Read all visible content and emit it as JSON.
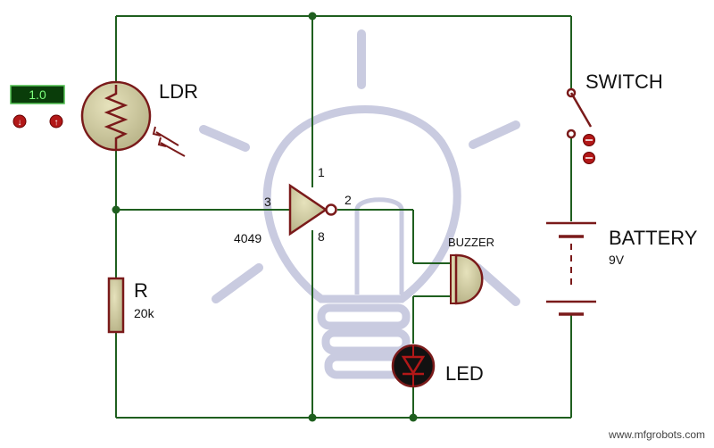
{
  "simulation": {
    "ldr_light_level": "1.0"
  },
  "labels": {
    "ldr": "LDR",
    "switch": "SWITCH",
    "battery": "BATTERY",
    "battery_value": "9V",
    "buzzer": "BUZZER",
    "led": "LED",
    "resistor": "R",
    "resistor_value": "20k",
    "ic": "4049",
    "pin_input": "3",
    "pin_output": "2",
    "pin_vcc": "1",
    "pin_gnd": "8"
  },
  "watermark": "www.mfgrobots.com",
  "colors": {
    "wire": "#1f5f1f",
    "component": "#7a1a1a",
    "component_fill": "#c8c49a",
    "watermark_bulb": "#c9cbe0",
    "display_bg": "#0a3d0a",
    "display_text": "#7dff7d"
  }
}
